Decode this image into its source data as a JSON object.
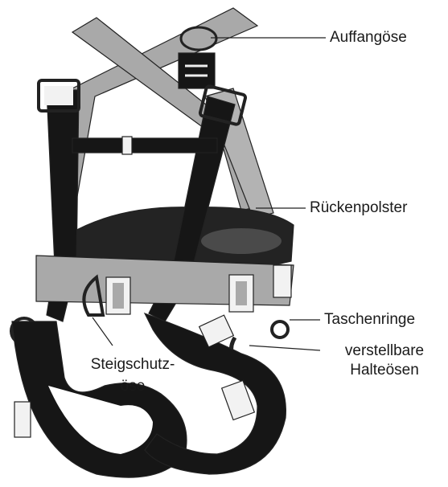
{
  "labels": {
    "auffangoese": "Auffangöse",
    "rueckenpolster": "Rückenpolster",
    "taschenringe": "Taschenringe",
    "verstellbare_1": "verstellbare",
    "verstellbare_2": "Halteösen",
    "steigschutz_1": "Steigschutz-",
    "steigschutz_2": "öse"
  },
  "colors": {
    "strap_dark": "#161616",
    "strap_grey": "#a9a9a9",
    "pad": "#232323",
    "buckle": "#f2f2f2",
    "line": "#222222"
  }
}
